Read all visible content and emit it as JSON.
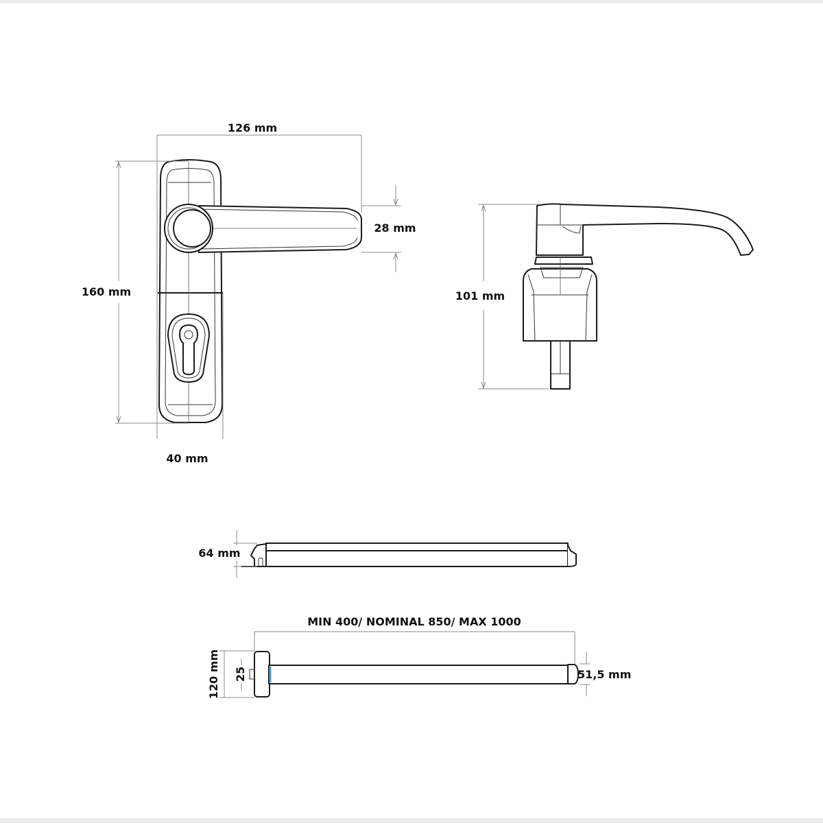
{
  "front_view": {
    "width_label": "126 mm",
    "height_label": "160 mm",
    "lever_height_label": "28 mm",
    "plate_width_label": "40 mm"
  },
  "side_view": {
    "height_label": "101 mm"
  },
  "bar_side_view": {
    "height_label": "64 mm"
  },
  "bar_top_view": {
    "length_label": "MIN 400/ NOMINAL 850/ MAX 1000",
    "end_height_label": "120 mm",
    "offset_label": "25",
    "bar_depth_label": "51,5 mm"
  },
  "colors": {
    "line": "#1a1a1a",
    "dimension": "#8a8a8a",
    "accent": "#5a9fc0"
  }
}
